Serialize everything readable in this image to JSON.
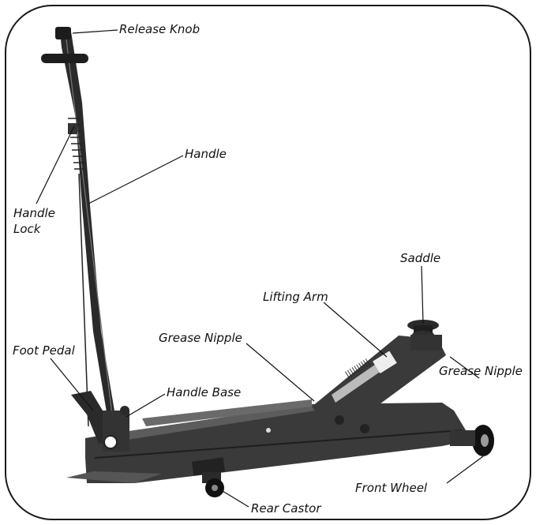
{
  "labels": {
    "release_knob": "Release Knob",
    "handle": "Handle",
    "handle_lock_1": "Handle",
    "handle_lock_2": "Lock",
    "saddle": "Saddle",
    "lifting_arm": "Lifting Arm",
    "grease_nipple_mid": "Grease Nipple",
    "grease_nipple_right": "Grease Nipple",
    "foot_pedal": "Foot Pedal",
    "handle_base": "Handle Base",
    "front_wheel": "Front Wheel",
    "rear_castor": "Rear Castor"
  },
  "colors": {
    "jack_body": "#3a3a3a",
    "jack_dark": "#1e1e1e",
    "jack_light": "#5c5c5c",
    "line": "#111111"
  }
}
